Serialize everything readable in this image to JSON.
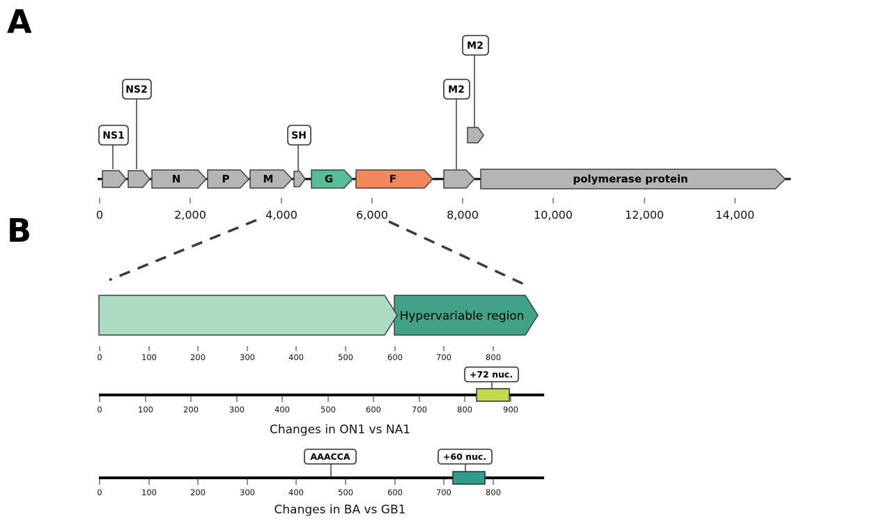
{
  "panels": {
    "a": "A",
    "b": "B"
  },
  "genome_map": {
    "genes": {
      "n": "N",
      "p": "P",
      "m": "M",
      "g": "G",
      "f": "F",
      "polymerase": "polymerase protein"
    },
    "callouts": {
      "ns1": "NS1",
      "ns2": "NS2",
      "sh": "SH",
      "m2": "M2",
      "m2_orf2": "M2"
    },
    "axis_ticks": [
      "0",
      "2,000",
      "4,000",
      "6,000",
      "8,000",
      "10,000",
      "12,000",
      "14,000"
    ]
  },
  "g_zoom": {
    "hypervariable_label": "Hypervariable region",
    "axis_ticks": [
      "0",
      "100",
      "200",
      "300",
      "400",
      "500",
      "600",
      "700",
      "800"
    ]
  },
  "on1": {
    "insertion_label": "+72 nuc.",
    "caption": "Changes in ON1 vs NA1",
    "axis_ticks": [
      "0",
      "100",
      "200",
      "300",
      "400",
      "500",
      "600",
      "700",
      "800",
      "900"
    ]
  },
  "ba": {
    "motif_label": "AAACCA",
    "insertion_label": "+60 nuc.",
    "caption": "Changes in BA vs GB1",
    "axis_ticks": [
      "0",
      "100",
      "200",
      "300",
      "400",
      "500",
      "600",
      "700",
      "800"
    ]
  },
  "colors": {
    "gene_gray": "#b5b5b5",
    "gene_green": "#57bd96",
    "gene_orange": "#f2885a",
    "zoom_light_green": "#a9dcc3",
    "zoom_dark_green": "#41a287",
    "insertion_yellow": "#c4d94a",
    "insertion_teal": "#2d9e8a"
  }
}
